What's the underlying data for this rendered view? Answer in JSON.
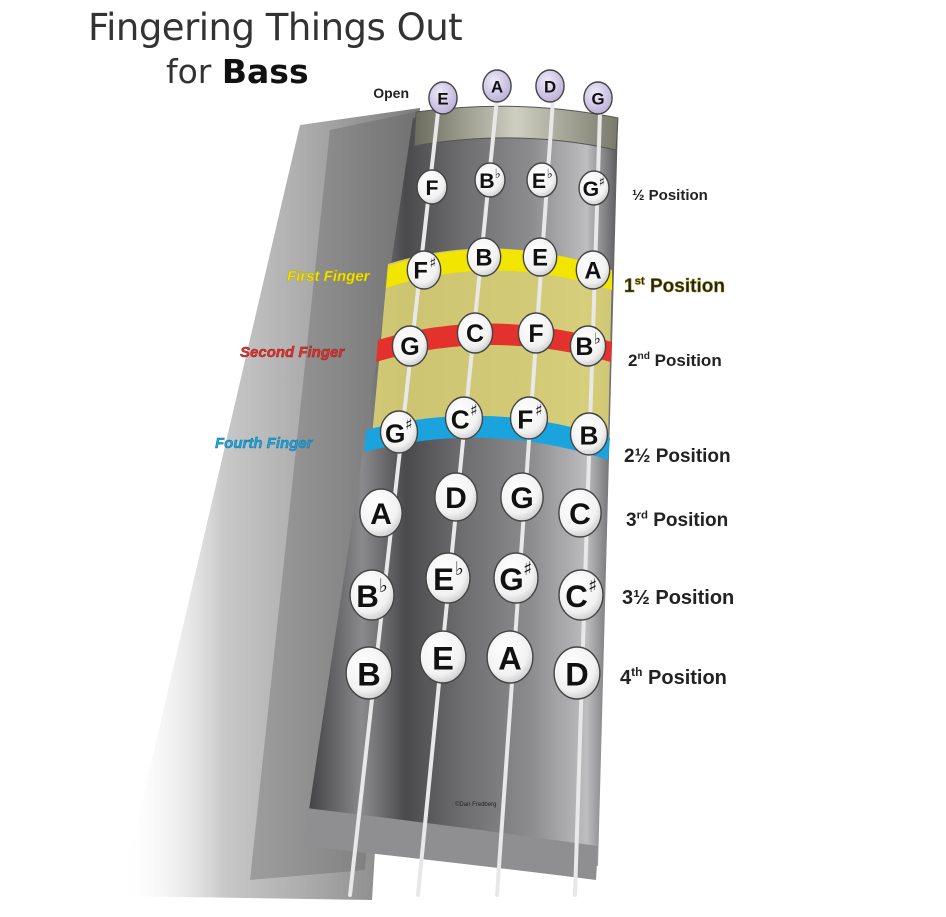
{
  "title": {
    "line1": "Fingering Things Out",
    "line2_prefix": "for ",
    "line2_bold": "Bass"
  },
  "open_label": "Open",
  "open_strings": [
    "E",
    "A",
    "D",
    "G"
  ],
  "positions": [
    {
      "label": "½ Position",
      "notes": [
        "F",
        "B♭",
        "E♭",
        "G♯"
      ]
    },
    {
      "label": "1st Position",
      "notes": [
        "F♯",
        "B",
        "E",
        "A"
      ]
    },
    {
      "label": "2nd Position",
      "notes": [
        "G",
        "C",
        "F",
        "B♭"
      ]
    },
    {
      "label": "2½ Position",
      "notes": [
        "G♯",
        "C♯",
        "F♯",
        "B"
      ]
    },
    {
      "label": "3rd Position",
      "notes": [
        "A",
        "D",
        "G",
        "C"
      ]
    },
    {
      "label": "3½ Position",
      "notes": [
        "B♭",
        "E♭",
        "G♯",
        "C♯"
      ]
    },
    {
      "label": "4th Position",
      "notes": [
        "B",
        "E",
        "A",
        "D"
      ]
    }
  ],
  "finger_labels": [
    {
      "label": "First Finger",
      "color": "#f2e600"
    },
    {
      "label": "Second Finger",
      "color": "#e3312d"
    },
    {
      "label": "Fourth Finger",
      "color": "#1aa3dc"
    }
  ],
  "credit": "©Dan Fredberg",
  "colors": {
    "neck": "#6e6e70",
    "first_position_band": "#d8cf74",
    "open_note_fill": "#d8d0ea"
  }
}
